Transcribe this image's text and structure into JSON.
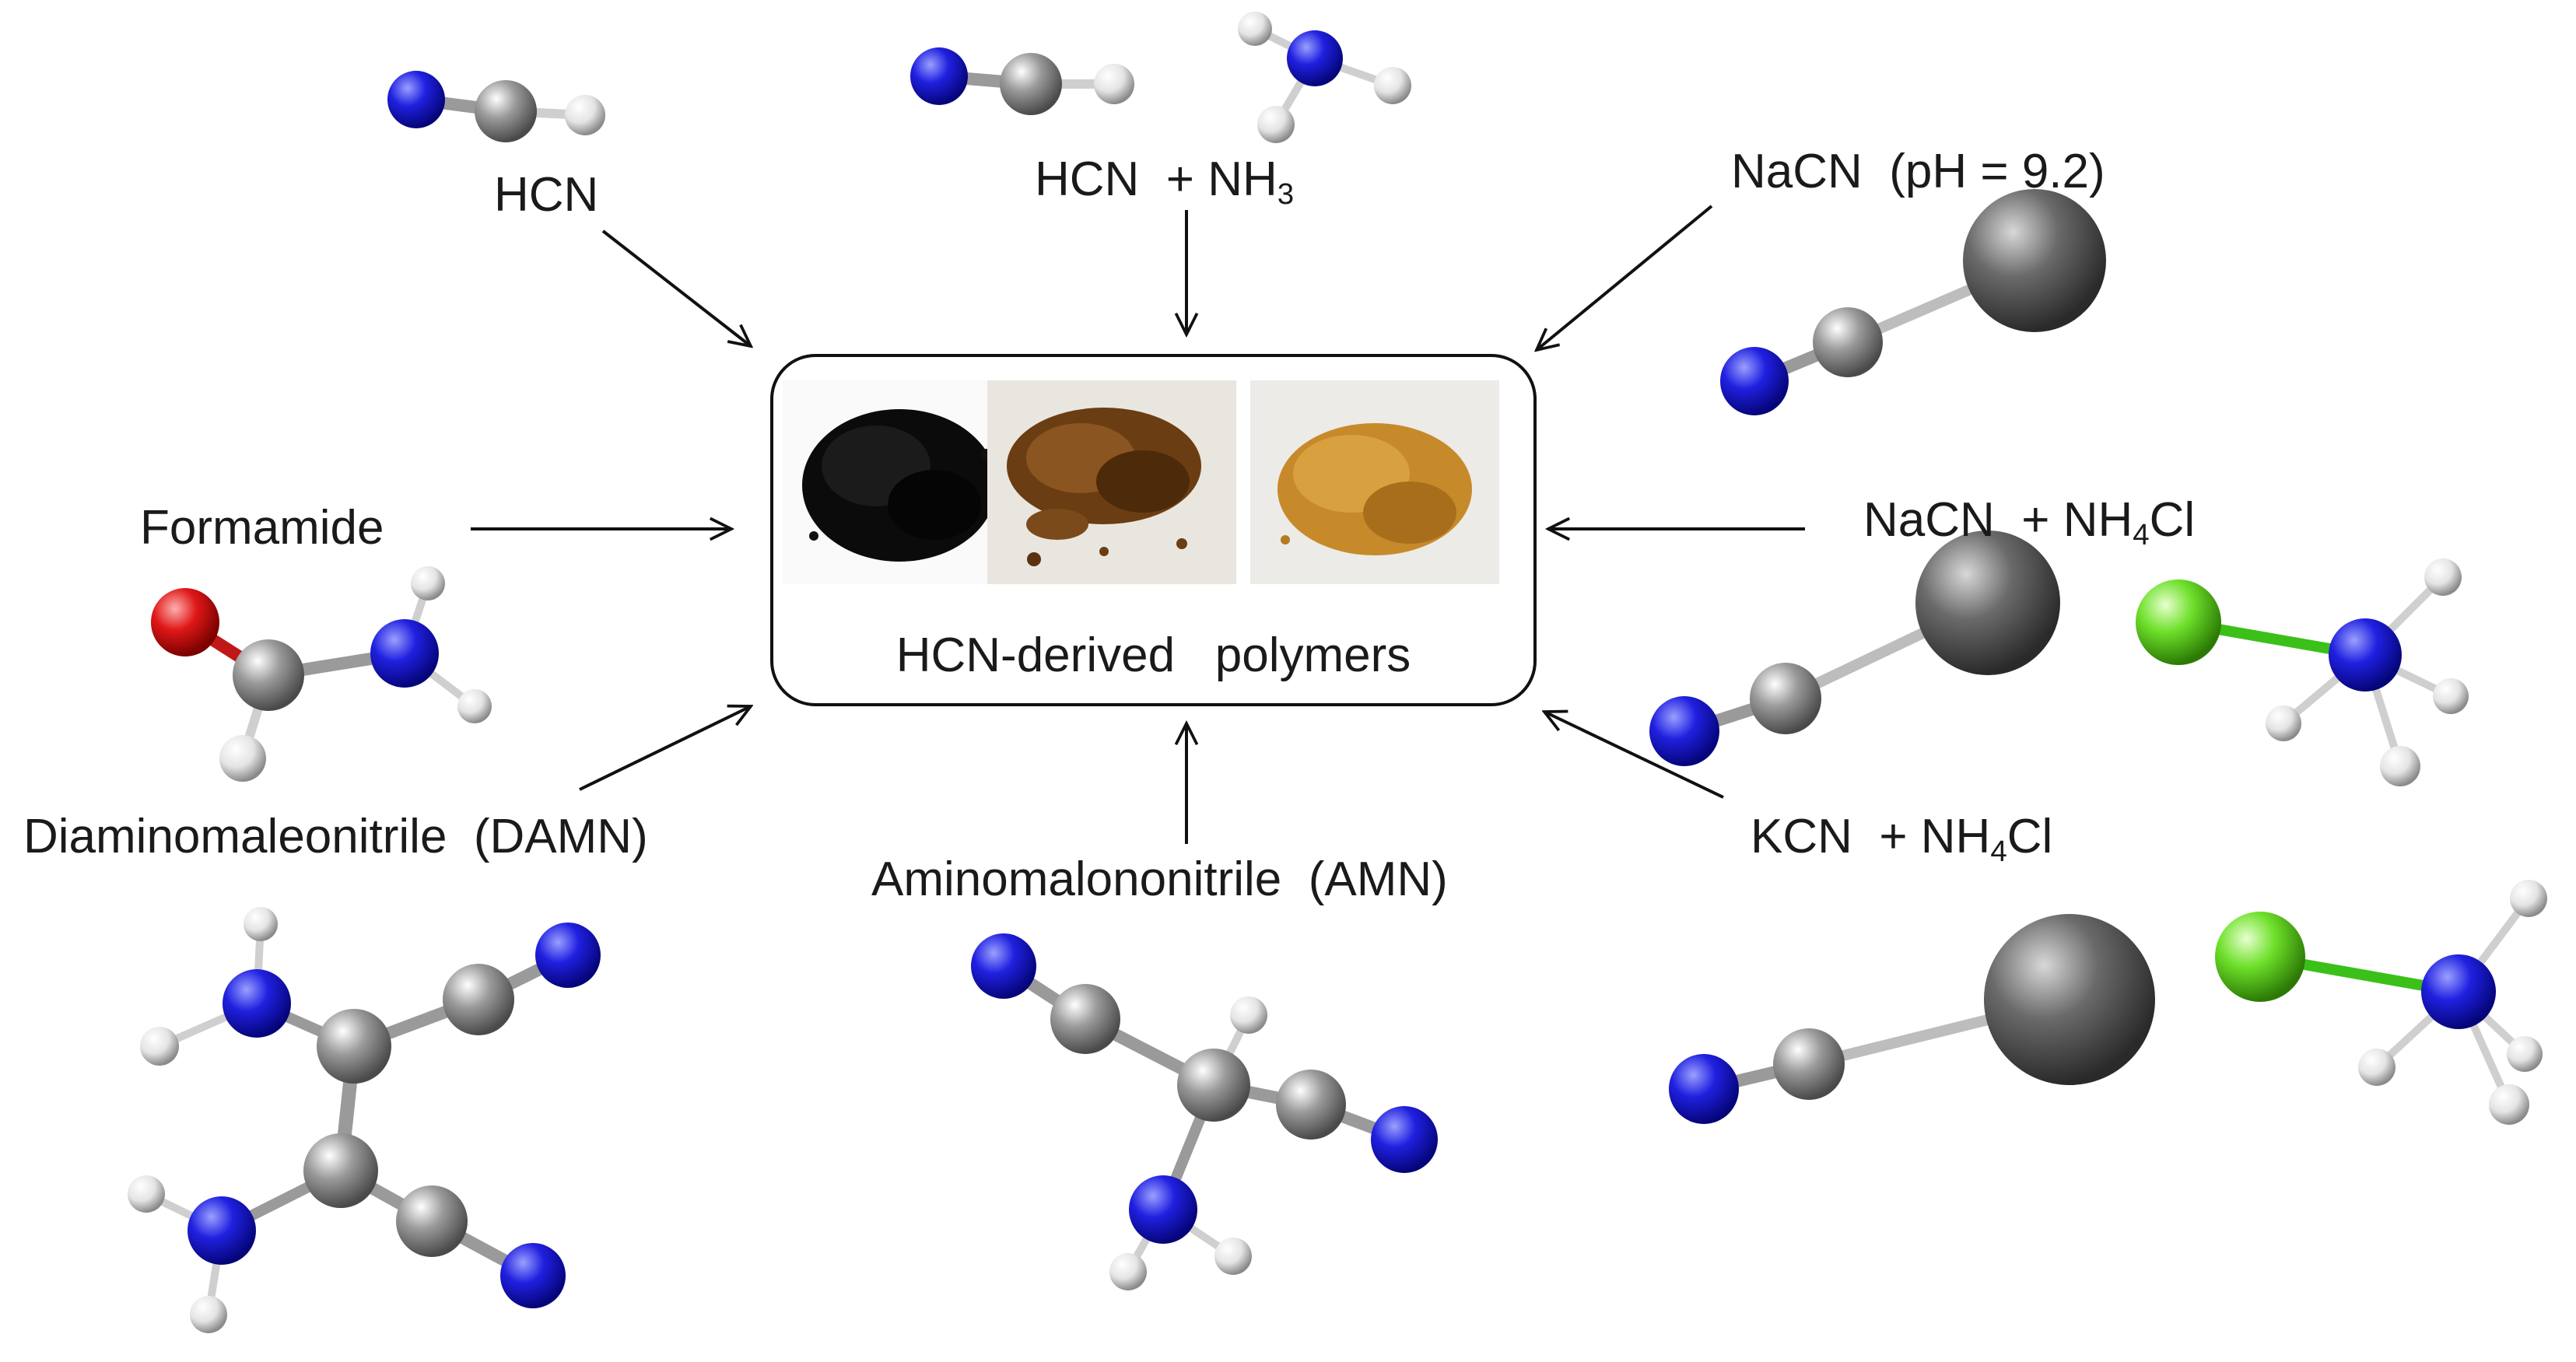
{
  "center": {
    "caption": "HCN-derived   polymers",
    "samples": [
      "black powder",
      "brown powder",
      "orange powder"
    ]
  },
  "sources": {
    "hcn": "HCN",
    "hcn_nh3": {
      "base": "HCN  + NH",
      "sub": "3"
    },
    "nacn_ph": "NaCN  (pH = 9.2)",
    "formamide": "Formamide",
    "nacn_nh4cl": {
      "base": "NaCN  + NH",
      "sub": "4",
      "tail": "Cl"
    },
    "damn": "Diaminomaleonitrile  (DAMN)",
    "amn": "Aminomalononitrile  (AMN)",
    "kcn_nh4cl": {
      "base": "KCN  + NH",
      "sub": "4",
      "tail": "Cl"
    }
  },
  "colors": {
    "nitrogen": "#1a1ad6",
    "carbon": "#8f8f8f",
    "hydrogen": "#e6e6e6",
    "oxygen": "#d81e1e",
    "chlorine": "#6ee02a",
    "metal": "#5f5f5f",
    "arrow": "#111111"
  }
}
